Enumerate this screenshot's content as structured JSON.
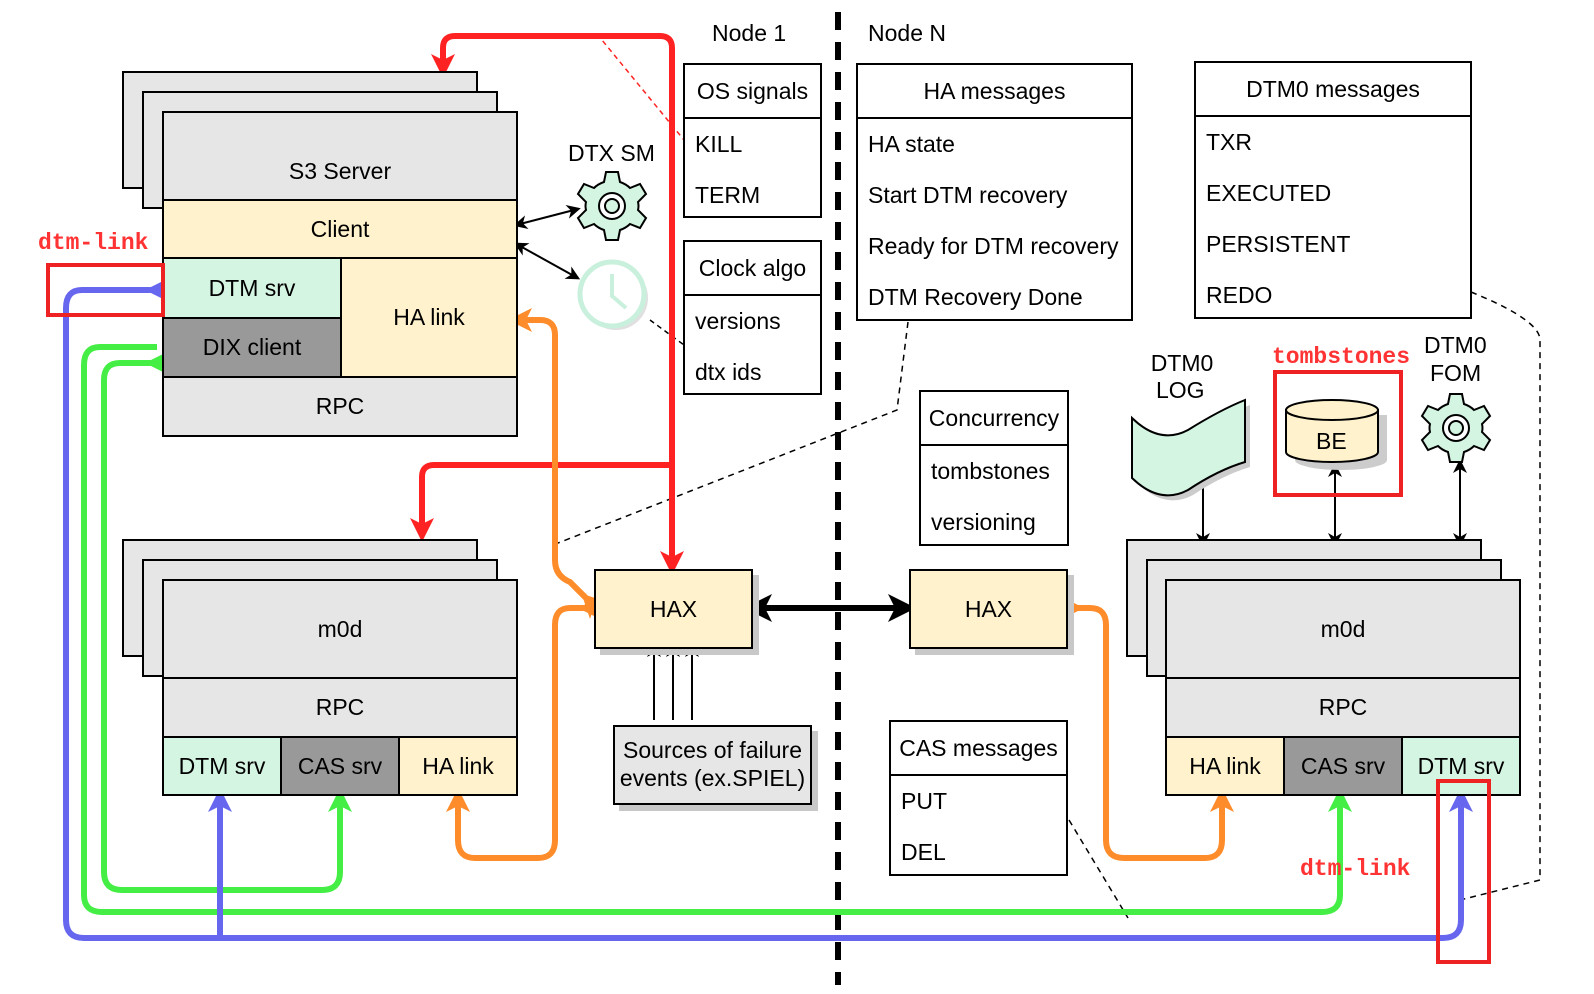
{
  "node1": {
    "title": "Node 1"
  },
  "nodeN": {
    "title": "Node N"
  },
  "s3_server": {
    "title": "S3 Server",
    "client": "Client",
    "dtm_srv": "DTM srv",
    "dix_client": "DIX client",
    "ha_link": "HA link",
    "rpc": "RPC"
  },
  "dtx_sm": {
    "label": "DTX SM"
  },
  "os_signals": {
    "title": "OS signals",
    "items": [
      "KILL",
      "TERM"
    ]
  },
  "clock_algo": {
    "title": "Clock algo",
    "items": [
      "versions",
      "dtx ids"
    ]
  },
  "ha_messages": {
    "title": "HA messages",
    "items": [
      "HA state",
      "Start DTM recovery",
      "Ready for DTM recovery",
      "DTM Recovery Done"
    ]
  },
  "dtm0_messages": {
    "title": "DTM0 messages",
    "items": [
      "TXR",
      "EXECUTED",
      "PERSISTENT",
      "REDO"
    ]
  },
  "concurrency": {
    "title": "Concurrency",
    "items": [
      "tombstones",
      "versioning"
    ]
  },
  "cas_messages": {
    "title": "CAS messages",
    "items": [
      "PUT",
      "DEL"
    ]
  },
  "m0d_left": {
    "title": "m0d",
    "rpc": "RPC",
    "dtm_srv": "DTM srv",
    "cas_srv": "CAS srv",
    "ha_link": "HA link"
  },
  "m0d_right": {
    "title": "m0d",
    "rpc": "RPC",
    "ha_link": "HA link",
    "cas_srv": "CAS srv",
    "dtm_srv": "DTM srv"
  },
  "hax_left": {
    "label": "HAX"
  },
  "hax_right": {
    "label": "HAX"
  },
  "sources": {
    "line1": "Sources of failure",
    "line2": "events (ex.SPIEL)"
  },
  "dtm0_log": {
    "line1": "DTM0",
    "line2": "LOG"
  },
  "dtm0_fom": {
    "line1": "DTM0",
    "line2": "FOM"
  },
  "be": {
    "label": "BE"
  },
  "annotations": {
    "dtm_link_left": "dtm-link",
    "dtm_link_right": "dtm-link",
    "tombstones": "tombstones"
  },
  "colors": {
    "red": "#ff2222",
    "orange": "#ff8c2a",
    "green": "#44ee44",
    "blue": "#6666ee",
    "yellow": "#fff2cc",
    "mint": "#d5f5e3",
    "grey": "#e6e6e6",
    "dark_grey": "#999999"
  }
}
